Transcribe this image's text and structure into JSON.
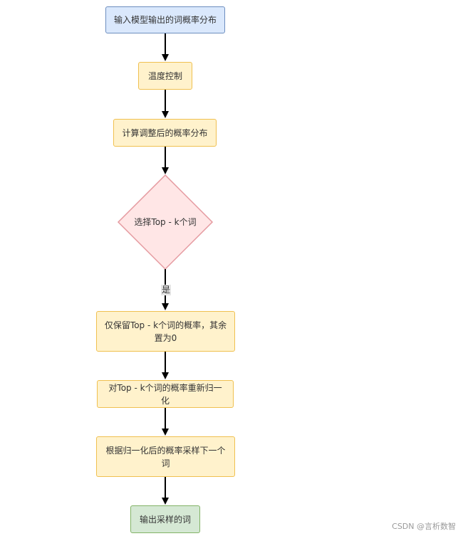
{
  "nodes": {
    "input": "输入模型输出的词概率分布",
    "temperature": "温度控制",
    "compute": "计算调整后的概率分布",
    "select": "选择Top - k个词",
    "keep": "仅保留Top - k个词的概率，其余置为0",
    "renormalize": "对Top - k个词的概率重新归一化",
    "sample": "根据归一化后的概率采样下一个词",
    "output": "输出采样的词"
  },
  "edge_labels": {
    "yes": "是"
  },
  "watermark": "CSDN @言析数智",
  "colors": {
    "start_fill": "#dae8fc",
    "start_stroke": "#6c8ebf",
    "process_fill": "#fff2cc",
    "process_stroke": "#f0c050",
    "decision_fill": "#ffe6e6",
    "decision_stroke": "#e59aa0",
    "end_fill": "#d5e8d4",
    "end_stroke": "#82b366",
    "arrow": "#000000"
  }
}
